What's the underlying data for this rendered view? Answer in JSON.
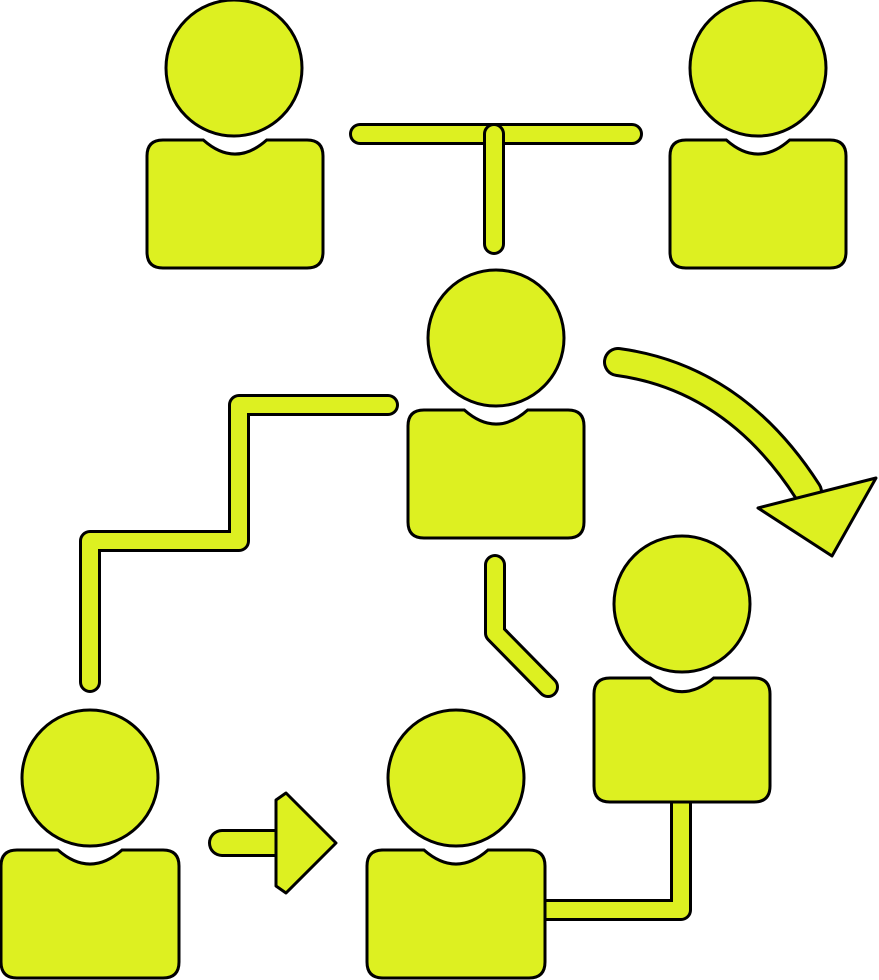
{
  "diagram": {
    "kind": "team-structure-icon",
    "colors": {
      "fill": "#DDF021",
      "stroke": "#000000",
      "background": "#FFFFFF"
    },
    "nodes": [
      {
        "id": "person-top-left",
        "icon": "person-icon"
      },
      {
        "id": "person-top-right",
        "icon": "person-icon"
      },
      {
        "id": "person-center",
        "icon": "person-icon"
      },
      {
        "id": "person-middle-right",
        "icon": "person-icon"
      },
      {
        "id": "person-bottom-left",
        "icon": "person-icon"
      },
      {
        "id": "person-bottom-middle",
        "icon": "person-icon"
      }
    ],
    "connectors": [
      {
        "id": "t-connector",
        "icon": "t-connector"
      },
      {
        "id": "stair-connector",
        "icon": "stair-connector"
      },
      {
        "id": "curved-arrow",
        "icon": "curved-arrow-icon"
      },
      {
        "id": "bend-connector",
        "icon": "bend-connector"
      },
      {
        "id": "right-arrow",
        "icon": "right-arrow-icon"
      },
      {
        "id": "elbow-connector",
        "icon": "elbow-connector"
      }
    ]
  }
}
